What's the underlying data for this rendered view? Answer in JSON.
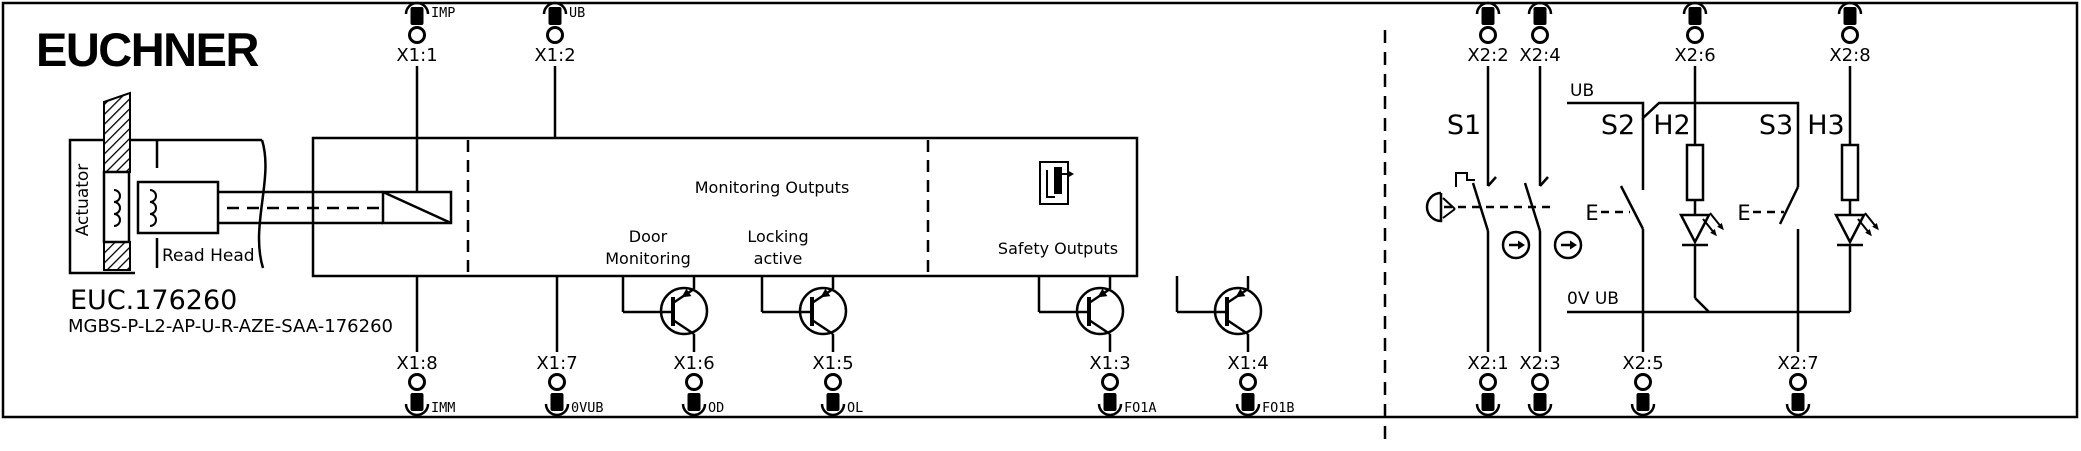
{
  "brand": {
    "logo": "EUCHNER"
  },
  "device": {
    "order_code": "EUC.176260",
    "type_code": "MGBS-P-L2-AP-U-R-AZE-SAA-176260",
    "actuator_label": "Actuator",
    "read_head_label": "Read Head"
  },
  "module": {
    "monitoring_outputs": "Monitoring Outputs",
    "door_monitoring_line1": "Door",
    "door_monitoring_line2": "Monitoring",
    "locking_active_line1": "Locking",
    "locking_active_line2": "active",
    "safety_outputs": "Safety Outputs"
  },
  "terminals": {
    "x1_top": [
      {
        "name": "X1:1",
        "signal": "IMP"
      },
      {
        "name": "X1:2",
        "signal": "UB"
      }
    ],
    "x1_bottom": [
      {
        "name": "X1:8",
        "signal": "IMM"
      },
      {
        "name": "X1:7",
        "signal": "0VUB"
      },
      {
        "name": "X1:6",
        "signal": "OD"
      },
      {
        "name": "X1:5",
        "signal": "OL"
      },
      {
        "name": "X1:3",
        "signal": "FO1A"
      },
      {
        "name": "X1:4",
        "signal": "FO1B"
      }
    ],
    "x2_top": [
      {
        "name": "X2:2"
      },
      {
        "name": "X2:4"
      },
      {
        "name": "X2:6"
      },
      {
        "name": "X2:8"
      }
    ],
    "x2_bottom": [
      {
        "name": "X2:1"
      },
      {
        "name": "X2:3"
      },
      {
        "name": "X2:5"
      },
      {
        "name": "X2:7"
      }
    ]
  },
  "external_circuit": {
    "switch_s1": "S1",
    "switch_s2": "S2",
    "switch_s3": "S3",
    "lamp_h2": "H2",
    "lamp_h3": "H3",
    "supply_ub": "UB",
    "supply_0v": "0V UB",
    "e_label_s2": "E",
    "e_label_s3": "E"
  },
  "colors": {
    "line": "#000000",
    "background": "#ffffff"
  }
}
